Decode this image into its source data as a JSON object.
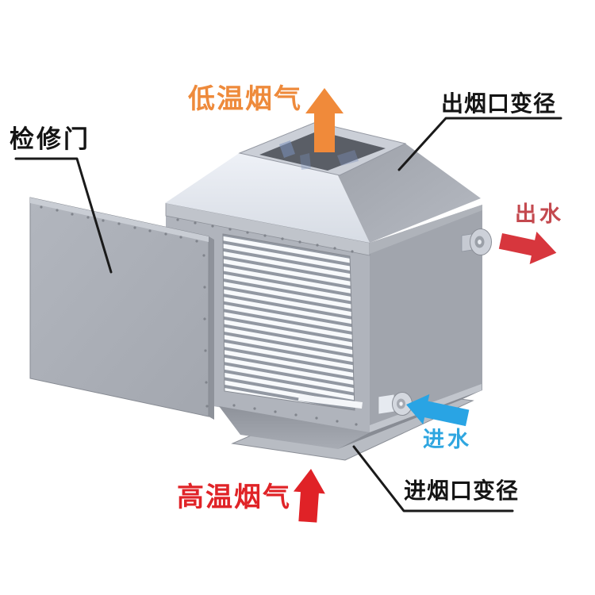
{
  "diagram": {
    "labels": {
      "low_temp_flue_gas": "低温烟气",
      "smoke_outlet_reducer": "出烟口变径",
      "inspection_door": "检修门",
      "water_outlet": "出水",
      "water_inlet": "进水",
      "high_temp_flue_gas": "高温烟气",
      "smoke_inlet_reducer": "进烟口变径"
    },
    "colors": {
      "low_temp_arrow": "#F08A3A",
      "high_temp_arrow": "#E02227",
      "water_outlet_arrow": "#D7363D",
      "water_inlet_arrow": "#29A4E4",
      "low_temp_text": "#EE8A3B",
      "high_temp_text": "#E02327",
      "water_outlet_text": "#C4494F",
      "water_inlet_text": "#2FA6E0",
      "leader_line": "#1A1A1A",
      "machine_gray": "#B0B4BC"
    }
  }
}
